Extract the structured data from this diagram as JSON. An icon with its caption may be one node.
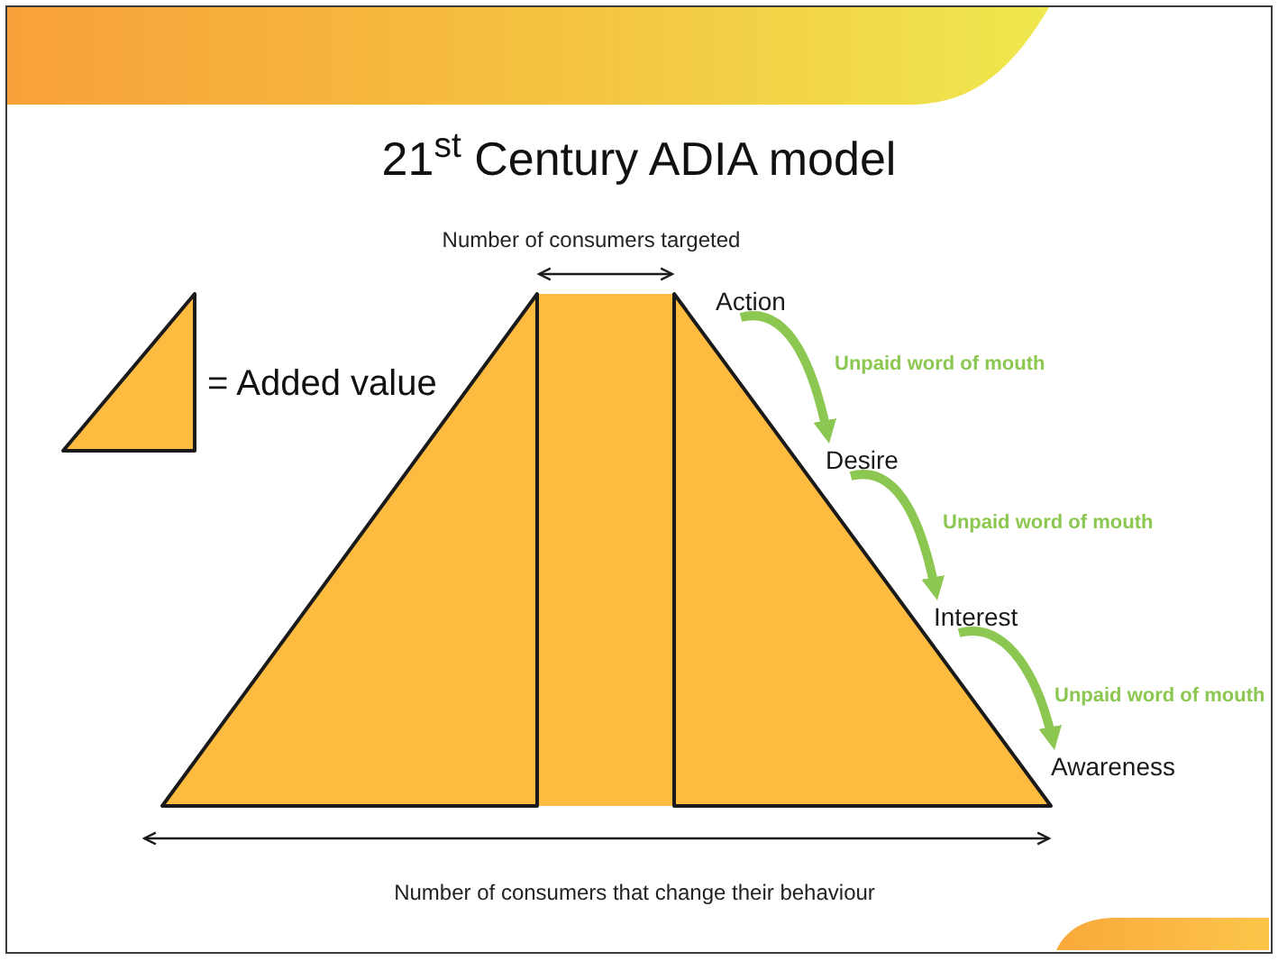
{
  "diagram": {
    "title": "21$^{st}$ Century ADIA model",
    "nodes": [
      {
        "text": [
          "Action"
        ]
      },
      {
        "text": [
          "Desire"
        ]
      },
      {
        "text": [
          "Interest"
        ]
      },
      {
        "text": [
          "Awareness"
        ]
      }
    ],
    "edges": [
      {
        "from": 0,
        "to": 1,
        "arrow": "to",
        "label": "Unpaid word of mouth"
      },
      {
        "from": 1,
        "to": 2,
        "arrow": "to",
        "label": "Unpaid word of mouth"
      },
      {
        "from": 2,
        "to": 3,
        "arrow": "to",
        "label": "Unpaid word of mouth"
      }
    ],
    "labels": [
      "Number of consumers targeted",
      "Number of consumers that change their behaviour"
    ],
    "legend": [
      {
        "text": "= Added value"
      }
    ]
  }
}
